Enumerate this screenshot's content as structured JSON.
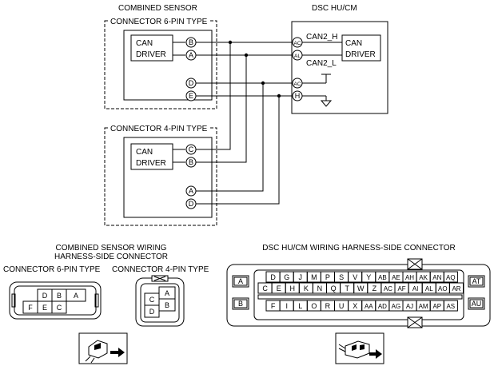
{
  "top": {
    "combined_sensor": "COMBINED SENSOR",
    "dsc": "DSC HU/CM",
    "conn6": "CONNECTOR 6-PIN TYPE",
    "conn4": "CONNECTOR 4-PIN TYPE",
    "can_driver": [
      "CAN",
      "DRIVER"
    ],
    "can2_h": "CAN2_H",
    "can2_l": "CAN2_L",
    "pins6": [
      "B",
      "A",
      "D",
      "E"
    ],
    "pins4": [
      "C",
      "B",
      "A",
      "D"
    ],
    "dsc_pins": [
      "AC",
      "AL",
      "AC",
      "H"
    ]
  },
  "bottom": {
    "cs_title_1": "COMBINED SENSOR WIRING",
    "cs_title_2": "HARNESS-SIDE CONNECTOR",
    "conn6_label": "CONNECTOR 6-PIN TYPE",
    "conn4_label": "CONNECTOR 4-PIN TYPE",
    "conn6_row1": [
      "D",
      "B",
      "A"
    ],
    "conn6_row2": [
      "F",
      "E",
      "C"
    ],
    "conn4_left": [
      "C",
      "D"
    ],
    "conn4_right": [
      "A",
      "B"
    ],
    "dsc_title": "DSC HU/CM WIRING HARNESS-SIDE CONNECTOR",
    "dsc_row1": [
      "D",
      "G",
      "J",
      "M",
      "P",
      "S",
      "V",
      "Y",
      "AB",
      "AE",
      "AH",
      "AK",
      "AN",
      "AQ"
    ],
    "dsc_row2": [
      "C",
      "E",
      "H",
      "K",
      "N",
      "Q",
      "T",
      "W",
      "Z",
      "AC",
      "AF",
      "AI",
      "AL",
      "AO",
      "AR"
    ],
    "dsc_row3": [
      "F",
      "I",
      "L",
      "O",
      "R",
      "U",
      "X",
      "AA",
      "AD",
      "AG",
      "AJ",
      "AM",
      "AP",
      "AS"
    ],
    "dsc_side": [
      "A",
      "B",
      "AT",
      "AU"
    ]
  }
}
